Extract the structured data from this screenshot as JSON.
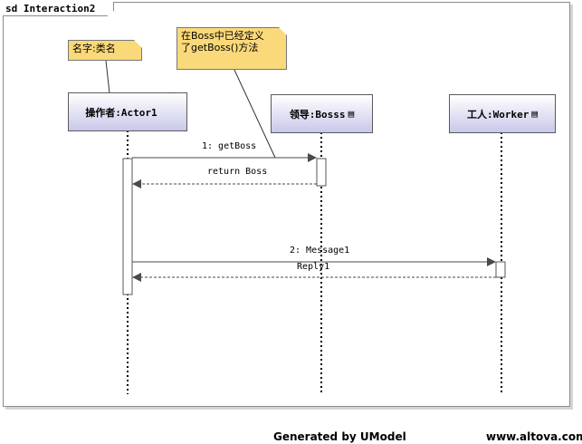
{
  "frame": {
    "title": "sd Interaction2"
  },
  "lifelines": [
    {
      "label": "操作者:Actor1",
      "icon": "actor-icon"
    },
    {
      "label": "领导:Bosss",
      "icon": "class-icon"
    },
    {
      "label": "工人:Worker",
      "icon": "class-icon"
    }
  ],
  "notes": [
    {
      "lines": [
        "名字:类名"
      ]
    },
    {
      "lines": [
        "在Boss中已经定义",
        "了getBoss()方法"
      ]
    }
  ],
  "messages": [
    {
      "label": "1: getBoss"
    },
    {
      "label": "return Boss"
    },
    {
      "label": "2: Message1"
    },
    {
      "label": "Reply1"
    }
  ],
  "footer": {
    "generated": "Generated by UModel",
    "website": "www.altova.com"
  },
  "colors": {
    "note": "#fad97a",
    "head_gradient_end": "#c8c8ea",
    "border": "#5a5a5a"
  }
}
